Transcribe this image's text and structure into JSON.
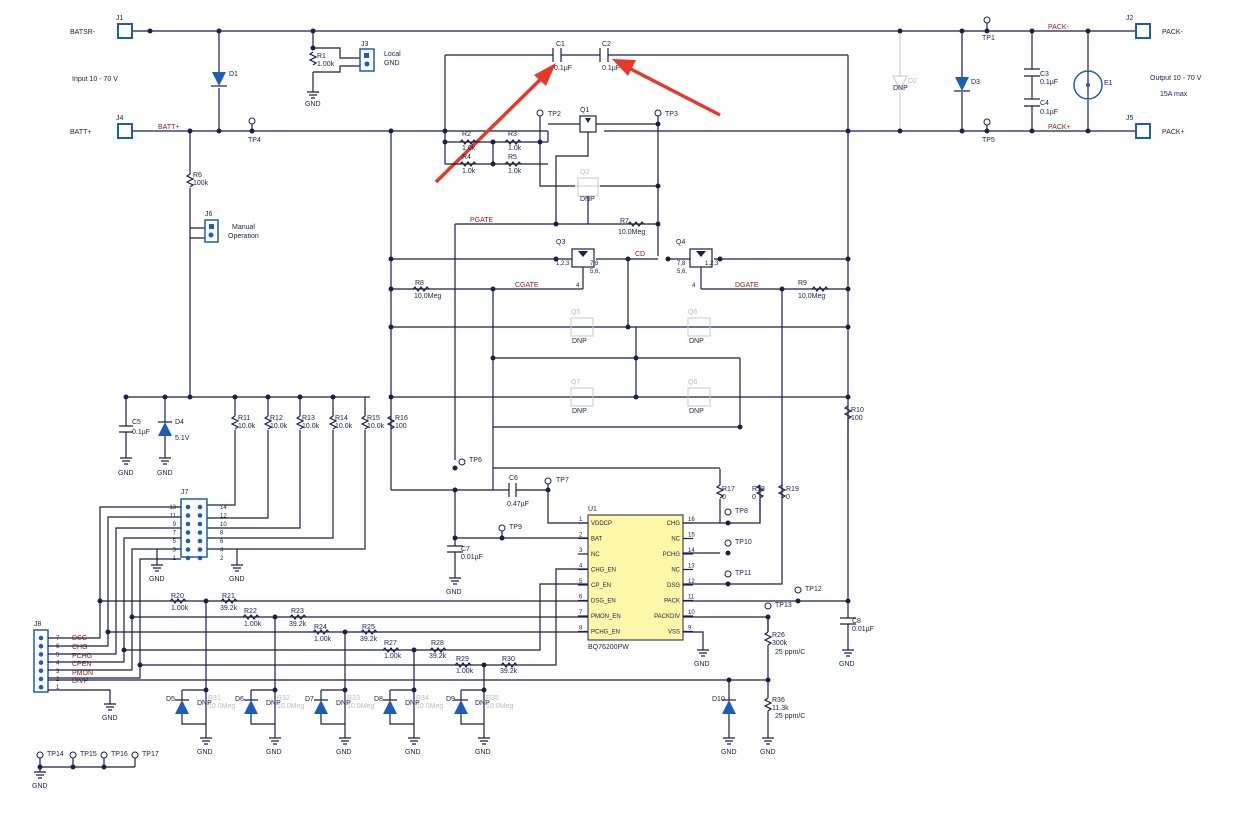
{
  "connectors": {
    "j1": {
      "ref": "J1",
      "net": "BATSR-"
    },
    "j4": {
      "ref": "J4",
      "net": "BATT+"
    },
    "j2": {
      "ref": "J2",
      "net": "PACK-"
    },
    "j5": {
      "ref": "J5",
      "net": "PACK+"
    },
    "input_note": "Input  10 - 70  V",
    "output_note": "Output  10 - 70  V",
    "output_current": "15A  max"
  },
  "net_labels": {
    "batt_plus": "BATT+",
    "pack_minus": "PACK-",
    "pack_plus": "PACK+",
    "pgate": "PGATE",
    "cgate": "CGATE",
    "dgate": "DGATE",
    "cd": "CD",
    "dsg": "DSG",
    "chg": "CHG",
    "pchg": "PCHG",
    "cpen": "CPEN",
    "pmon": "PMON",
    "divp": "DIVP"
  },
  "components": {
    "d1": "D1",
    "r1": {
      "ref": "R1",
      "val": "1.00k"
    },
    "j3": {
      "ref": "J3",
      "note1": "Local",
      "note2": "GND"
    },
    "gnd": "GND",
    "c1": {
      "ref": "C1",
      "val": "0.1µF"
    },
    "c2": {
      "ref": "C2",
      "val": "0.1µF"
    },
    "tp1": "TP1",
    "tp2": "TP2",
    "tp3": "TP3",
    "tp4": "TP4",
    "tp5": "TP5",
    "tp6": "TP6",
    "tp7": "TP7",
    "tp8": "TP8",
    "tp9": "TP9",
    "tp10": "TP10",
    "tp11": "TP11",
    "tp12": "TP12",
    "tp13": "TP13",
    "tp14": "TP14",
    "tp15": "TP15",
    "tp16": "TP16",
    "tp17": "TP17",
    "d2": "D2",
    "dnp": "DNP",
    "d3": "D3",
    "c3": {
      "ref": "C3",
      "val": "0.1µF"
    },
    "c4": {
      "ref": "C4",
      "val": "0.1µF"
    },
    "e1": "E1",
    "r2": {
      "ref": "R2",
      "val": "1.0k"
    },
    "r3": {
      "ref": "R3",
      "val": "1.0k"
    },
    "r4": {
      "ref": "R4",
      "val": "1.0k"
    },
    "r5": {
      "ref": "R5",
      "val": "1.0k"
    },
    "q1": "Q1",
    "q2": "Q2",
    "q3": "Q3",
    "q4": "Q4",
    "q5": "Q5",
    "q6": "Q6",
    "q7": "Q7",
    "q8": "Q8",
    "r6": {
      "ref": "R6",
      "val": "100k"
    },
    "j6": {
      "ref": "J6",
      "note1": "Manual",
      "note2": "Operation"
    },
    "r7": {
      "ref": "R7",
      "val": "10.0Meg"
    },
    "r8": {
      "ref": "R8",
      "val": "10.0Meg"
    },
    "r9": {
      "ref": "R9",
      "val": "10.0Meg"
    },
    "q3_pins_a": "1,2,3",
    "q3_pins_b": "7,8",
    "q3_pins_c": "5,6,",
    "q4_pins_a": "7,8",
    "q4_pins_b": "1,2,3",
    "q4_pins_c": "5,6,",
    "pin4": "4",
    "c5": {
      "ref": "C5",
      "val": "0.1µF"
    },
    "d4": {
      "ref": "D4",
      "val": "5.1V"
    },
    "r11": {
      "ref": "R11",
      "val": "10.0k"
    },
    "r12": {
      "ref": "R12",
      "val": "10.0k"
    },
    "r13": {
      "ref": "R13",
      "val": "10.0k"
    },
    "r14": {
      "ref": "R14",
      "val": "10.0k"
    },
    "r15": {
      "ref": "R15",
      "val": "10.0k"
    },
    "r16": {
      "ref": "R16",
      "val": "100"
    },
    "r10": {
      "ref": "R10",
      "val": "100"
    },
    "c6": {
      "ref": "C6",
      "val": "0.47µF"
    },
    "c7": {
      "ref": "C7",
      "val": "0.01µF"
    },
    "c8": {
      "ref": "C8",
      "val": "0.01µF"
    },
    "r17": {
      "ref": "R17",
      "val": "0"
    },
    "r18": {
      "ref": "R18",
      "val": "0"
    },
    "r19": {
      "ref": "R19",
      "val": "0"
    },
    "j7": "J7",
    "j8": "J8",
    "r20": {
      "ref": "R20",
      "val": "1.00k"
    },
    "r21": {
      "ref": "R21",
      "val": "39.2k"
    },
    "r22": {
      "ref": "R22",
      "val": "1.00k"
    },
    "r23": {
      "ref": "R23",
      "val": "39.2k"
    },
    "r24": {
      "ref": "R24",
      "val": "1.00k"
    },
    "r25": {
      "ref": "R25",
      "val": "39.2k"
    },
    "r27": {
      "ref": "R27",
      "val": "1.00k"
    },
    "r28": {
      "ref": "R28",
      "val": "39.2k"
    },
    "r29": {
      "ref": "R29",
      "val": "1.00k"
    },
    "r30": {
      "ref": "R30",
      "val": "39.2k"
    },
    "r26": {
      "ref": "R26",
      "val": "300k",
      "tc": "25 ppm/C"
    },
    "r36": {
      "ref": "R36",
      "val": "11.3k",
      "tc": "25 ppm/C"
    },
    "d5": "D5",
    "d6": "D6",
    "d7": "D7",
    "d8": "D8",
    "d9": "D9",
    "d10": "D10",
    "r31": "R31",
    "r32": "R32",
    "r33": "R33",
    "r34": "R34",
    "r35": "R35",
    "dnp_val": "10.0Meg"
  },
  "u1": {
    "ref": "U1",
    "part": "BQ76200PW",
    "left_pins": [
      {
        "num": "1",
        "name": "VDDCP"
      },
      {
        "num": "2",
        "name": "BAT"
      },
      {
        "num": "3",
        "name": "NC"
      },
      {
        "num": "4",
        "name": "CHG_EN"
      },
      {
        "num": "5",
        "name": "CP_EN"
      },
      {
        "num": "6",
        "name": "DSG_EN"
      },
      {
        "num": "7",
        "name": "PMON_EN"
      },
      {
        "num": "8",
        "name": "PCHG_EN"
      }
    ],
    "right_pins": [
      {
        "num": "16",
        "name": "CHG"
      },
      {
        "num": "15",
        "name": "NC"
      },
      {
        "num": "14",
        "name": "PCHG"
      },
      {
        "num": "13",
        "name": "NC"
      },
      {
        "num": "12",
        "name": "DSG"
      },
      {
        "num": "11",
        "name": "PACK"
      },
      {
        "num": "10",
        "name": "PACKDIV"
      },
      {
        "num": "9",
        "name": "VSS"
      }
    ]
  },
  "j7_pins": {
    "left": [
      "13",
      "11",
      "9",
      "7",
      "5",
      "3",
      "1"
    ],
    "right": [
      "14",
      "12",
      "10",
      "8",
      "6",
      "4",
      "2"
    ]
  },
  "j8_pins": [
    "7",
    "6",
    "5",
    "4",
    "3",
    "2",
    "1"
  ],
  "colors": {
    "wire": "#1a1f4e",
    "net": "#8b1a1a",
    "ic_fill": "#fdf7a8",
    "annotation": "#e53a2a",
    "dnp": "#c8c8c8"
  }
}
